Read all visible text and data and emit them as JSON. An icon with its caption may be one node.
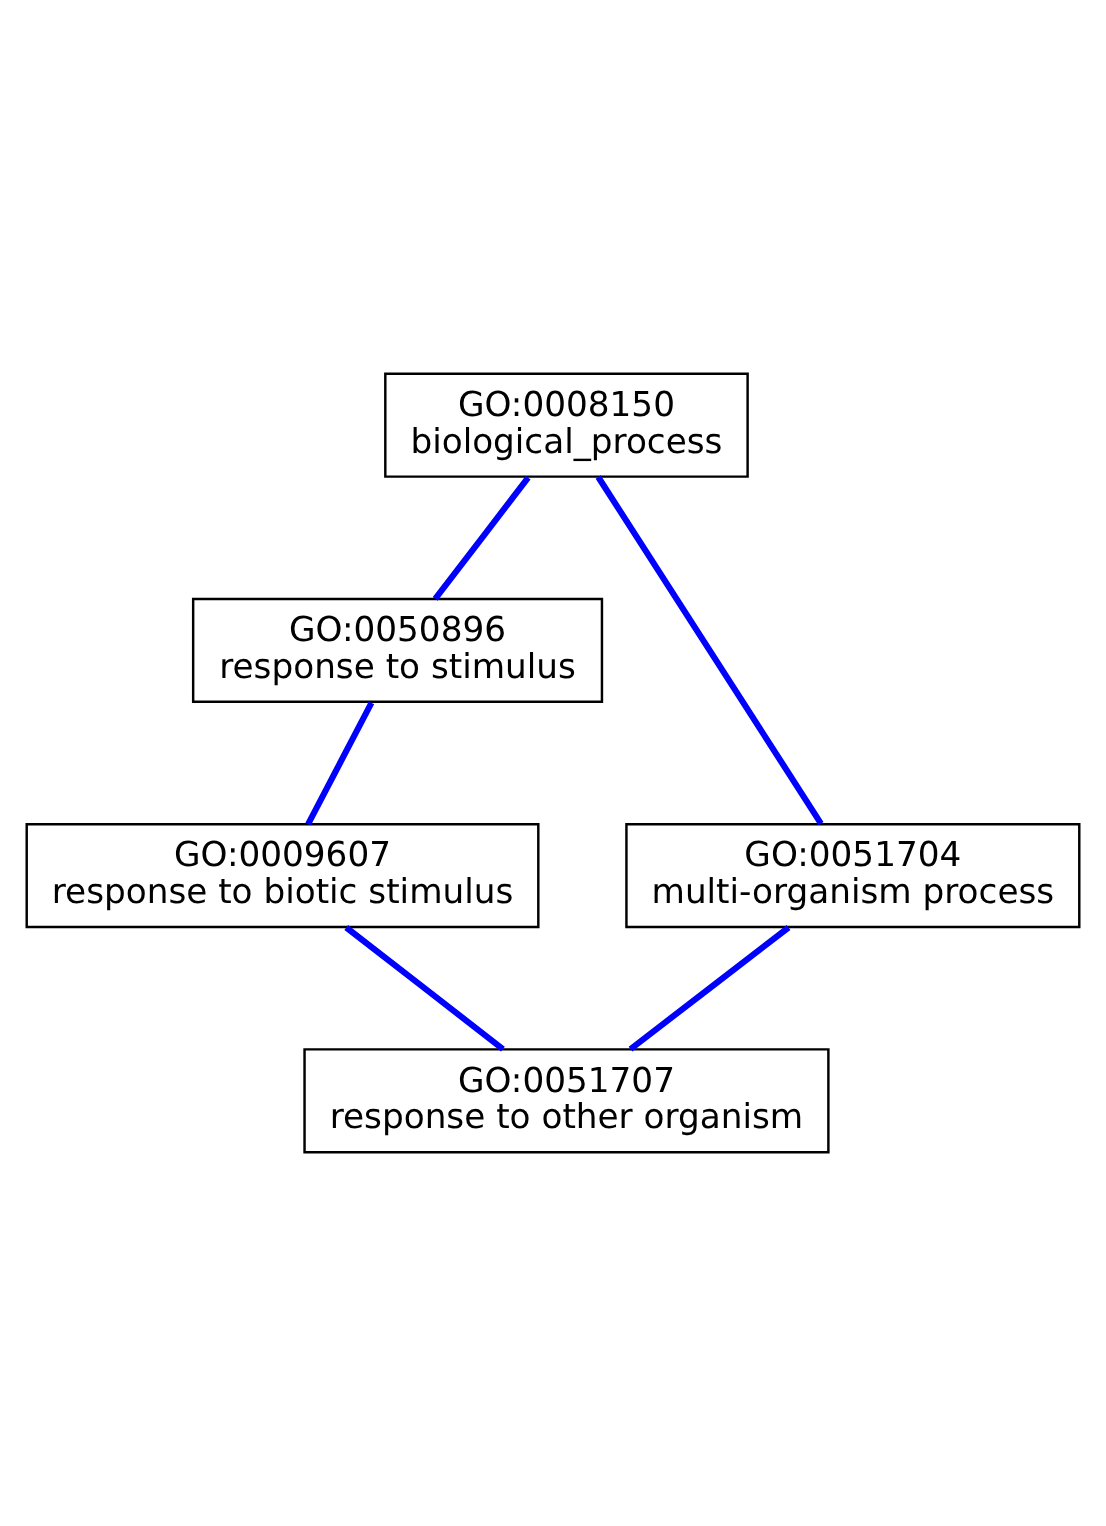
{
  "diagram": {
    "nodes": [
      {
        "text": [
          "GO:0008150",
          "biological_process"
        ]
      },
      {
        "text": [
          "GO:0050896",
          "response to stimulus"
        ]
      },
      {
        "text": [
          "GO:0009607",
          "response to biotic stimulus"
        ]
      },
      {
        "text": [
          "GO:0051704",
          "multi-organism process"
        ]
      },
      {
        "text": [
          "GO:0051707",
          "response to other organism"
        ]
      }
    ],
    "edges": [
      {
        "from": 0,
        "to": 1,
        "arrow": "none"
      },
      {
        "from": 0,
        "to": 3,
        "arrow": "none"
      },
      {
        "from": 1,
        "to": 2,
        "arrow": "none"
      },
      {
        "from": 2,
        "to": 4,
        "arrow": "none"
      },
      {
        "from": 3,
        "to": 4,
        "arrow": "none"
      }
    ]
  }
}
